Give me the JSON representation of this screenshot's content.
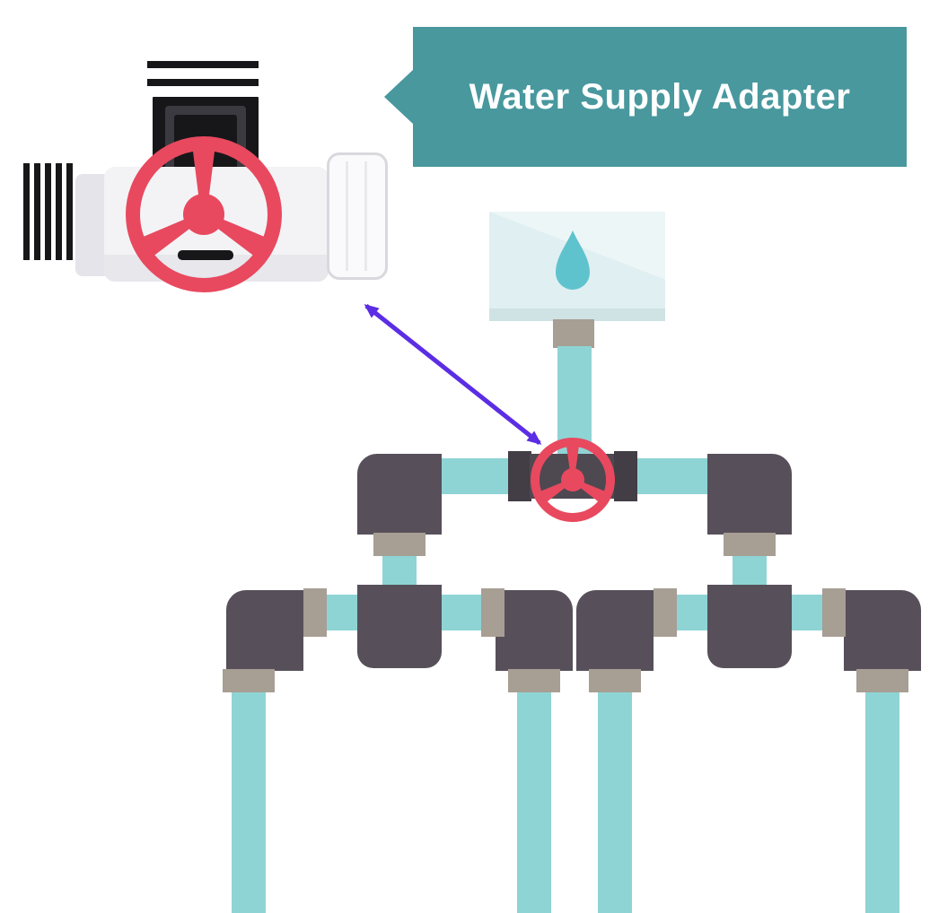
{
  "banner": {
    "label": "Water Supply Adapter"
  },
  "colors": {
    "page_bg": "#ffffff",
    "text_white": "#ffffff",
    "banner_teal": "#48989e",
    "pipe_teal": "#8ed4d5",
    "fitting_dark": "#57505a",
    "coupling_dark": "#433d46",
    "collar_beige": "#a79e94",
    "valve_red": "#e8495f",
    "arrow_purple": "#5b2de4",
    "meter_face": "#e0eff1",
    "meter_shade": "#cfe2e4",
    "meter_gloss": "#edf6f7",
    "drop_teal": "#5fc3ce",
    "metal_white": "#f3f3f6",
    "metal_light": "#e4e4ea",
    "metal_dark": "#17171a",
    "nut_white": "#fafafc",
    "nut_border": "#d8d8de"
  },
  "icons": {
    "banner_pointer": "left-arrow-notch",
    "callout_arrow": "double-headed-arrow",
    "adapter_handwheel": "valve-handwheel",
    "main_valve_handwheel": "valve-handwheel",
    "water_drop": "droplet"
  }
}
